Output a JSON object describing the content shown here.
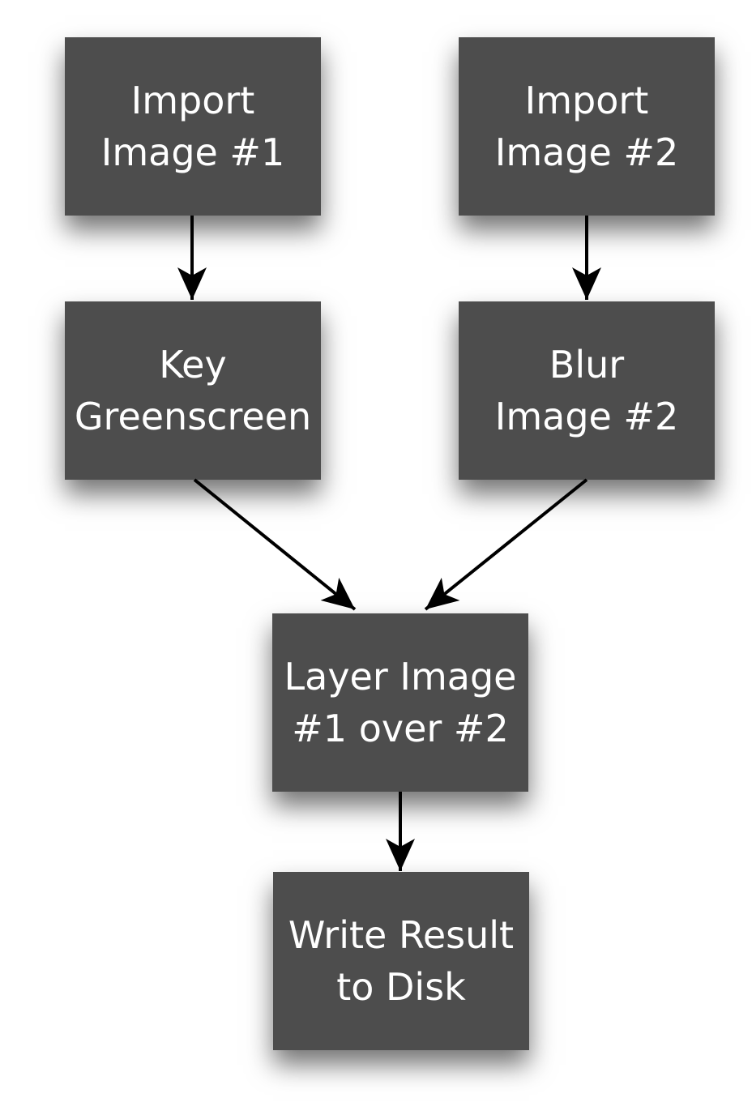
{
  "nodes": [
    {
      "id": "import-1",
      "lines": [
        "Import",
        "Image #1"
      ]
    },
    {
      "id": "import-2",
      "lines": [
        "Import",
        "Image #2"
      ]
    },
    {
      "id": "key",
      "lines": [
        "Key",
        "Greenscreen"
      ]
    },
    {
      "id": "blur",
      "lines": [
        "Blur",
        "Image #2"
      ]
    },
    {
      "id": "layer",
      "lines": [
        "Layer Image",
        "#1 over #2"
      ]
    },
    {
      "id": "write",
      "lines": [
        "Write Result",
        "to Disk"
      ]
    }
  ],
  "edges": [
    {
      "from": "import-1",
      "to": "key"
    },
    {
      "from": "import-2",
      "to": "blur"
    },
    {
      "from": "key",
      "to": "layer"
    },
    {
      "from": "blur",
      "to": "layer"
    },
    {
      "from": "layer",
      "to": "write"
    }
  ],
  "colors": {
    "node": "#4d4d4d",
    "text": "#ffffff",
    "arrow": "#000000"
  }
}
